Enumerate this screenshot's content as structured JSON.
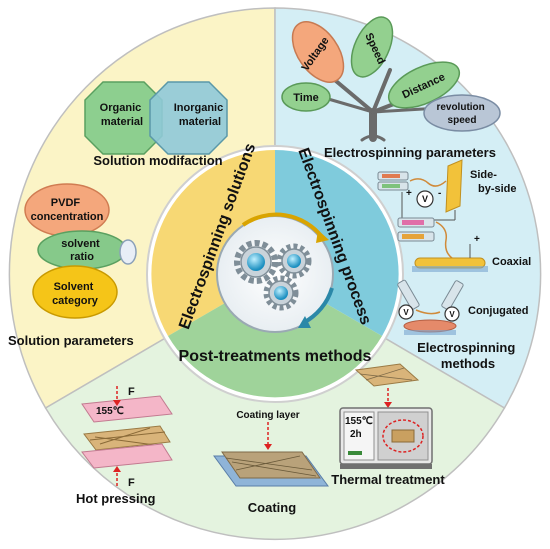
{
  "sections": {
    "solutions": "Electrospinning solutions",
    "process": "Electrospinning process",
    "post": "Post-treatments methods"
  },
  "solution_modification": {
    "title": "Solution modifaction",
    "organic": [
      "Organic",
      "material"
    ],
    "inorganic": [
      "Inorganic",
      "material"
    ]
  },
  "solution_parameters": {
    "title": "Solution parameters",
    "pvdf": [
      "PVDF",
      "concentration"
    ],
    "solvent_ratio": [
      "solvent",
      "ratio"
    ],
    "solvent_category": [
      "Solvent",
      "category"
    ]
  },
  "electrospinning_parameters": {
    "title": "Electrospinning parameters",
    "voltage": "Voltage",
    "speed": "Speed",
    "time": "Time",
    "distance": "Distance",
    "revolution": [
      "revolution",
      "speed"
    ]
  },
  "electrospinning_methods": {
    "title": [
      "Electrospinning",
      "methods"
    ],
    "side_by_side": [
      "Side-",
      "by-side"
    ],
    "coaxial": "Coaxial",
    "conjugated": "Conjugated",
    "v_symbol": "V"
  },
  "post_treatments": {
    "hot_pressing": "Hot pressing",
    "temp": "155℃",
    "force": "F",
    "coating": "Coating",
    "coating_layer": "Coating layer",
    "thermal": "Thermal treatment",
    "oven_temp": "155℃",
    "oven_time": "2h"
  },
  "colors": {
    "solutions": "#fbf4c6",
    "process": "#d4eef5",
    "post": "#e4f3df",
    "inner_solutions": "#f7d874",
    "inner_process": "#7fcbdc",
    "inner_post": "#9fd39a"
  }
}
